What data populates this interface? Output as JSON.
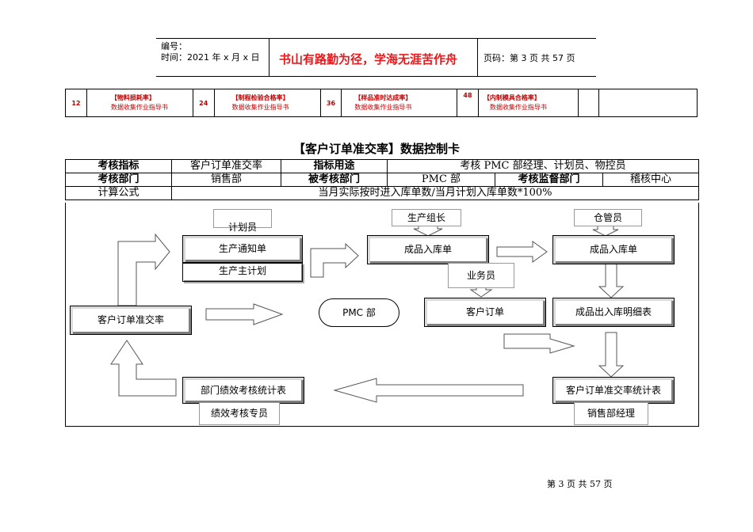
{
  "header": {
    "serial_label": "编号：",
    "date_line": "时间：2021 年 x 月 x 日",
    "motto": "书山有路勤为径，学海无涯苦作舟",
    "page_code": "页码：第 3 页 共 57 页"
  },
  "index_strip": [
    {
      "num": "12",
      "title": "【物料损耗率】",
      "sub": "数据收集作业指导书"
    },
    {
      "num": "24",
      "title": "【制程检验合格率】",
      "sub": "数据收集作业指导书"
    },
    {
      "num": "36",
      "title": "【样品准时达成率】",
      "sub": "数据收集作业指导书"
    },
    {
      "num": "48",
      "title": "【内制模具合格率】",
      "sub": "数据收集作业指导书"
    }
  ],
  "title": "【客户订单准交率】数据控制卡",
  "card": {
    "row1": {
      "k1": "考核指标",
      "v1": "客户订单准交率",
      "k2": "指标用途",
      "v2": "考核 PMC 部经理、计划员、物控员"
    },
    "row2": {
      "k1": "考核部门",
      "v1": "销售部",
      "k2": "被考核部门",
      "v2": "PMC 部",
      "k3": "考核监督部门",
      "v3": "稽核中心"
    },
    "row3": {
      "k1": "计算公式",
      "v1": "当月实际按时进入库单数/当月计划入库单数*100%"
    }
  },
  "flow": {
    "planner": "计划员",
    "production_notice": "生产通知单",
    "master_plan": "生产主计划",
    "team_leader": "生产组长",
    "finished_in_1": "成品入库单",
    "warehouse_keeper": "仓管员",
    "finished_in_2": "成品入库单",
    "salesman": "业务员",
    "customer_order": "客户订单",
    "finished_out": "成品出入库明细表",
    "ontime_rate": "客户订单准交率",
    "pmc": "PMC 部",
    "dept_stats": "部门绩效考核统计表",
    "perf_specialist": "绩效考核专员",
    "ontime_stats": "客户订单准交率统计表",
    "sales_manager": "销售部经理"
  },
  "footer": "第 3 页 共 57 页"
}
